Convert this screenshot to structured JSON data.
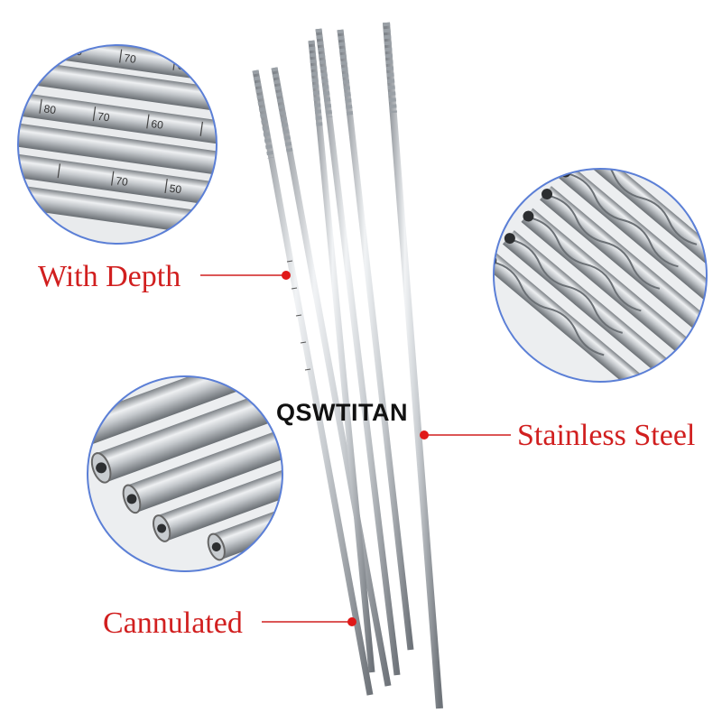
{
  "brand": "QSWTITAN",
  "callouts": {
    "depth": "With Depth",
    "cannulated": "Cannulated",
    "stainless": "Stainless Steel"
  },
  "depth_scale_numbers": [
    "80",
    "70",
    "60",
    "50"
  ],
  "colors": {
    "label_red": "#d11f1f",
    "circle_border": "#5b7fd6",
    "steel_light": "#e4e6e8",
    "steel_dark": "#8a8e93"
  }
}
